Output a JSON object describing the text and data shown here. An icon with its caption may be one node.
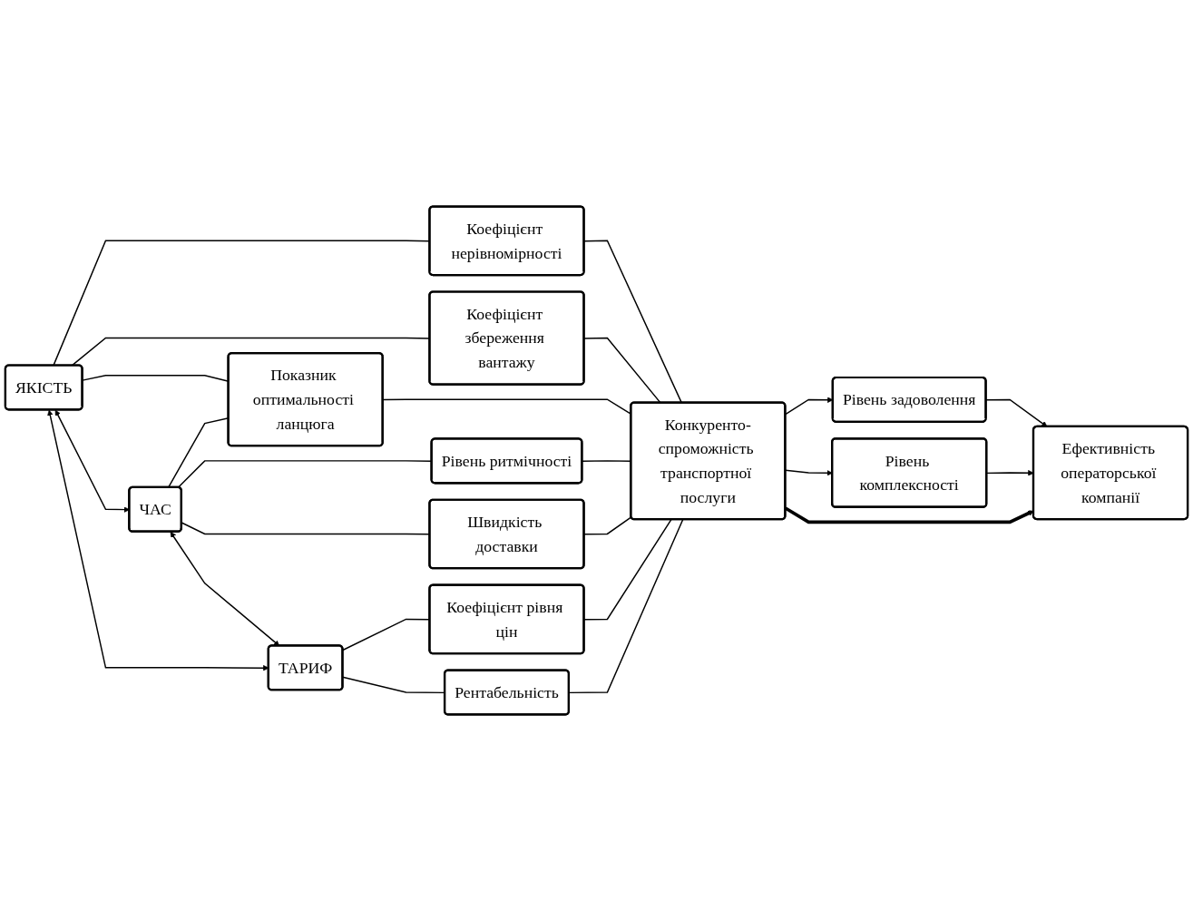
{
  "diagram": {
    "nodes": [
      {
        "text": [
          "ЯКІСТЬ"
        ]
      },
      {
        "text": [
          "ЧАС"
        ]
      },
      {
        "text": [
          "ТАРИФ"
        ]
      },
      {
        "text": [
          "Коефіцієнт нерівномірності"
        ]
      },
      {
        "text": [
          "Коефіцієнт збереження вантажу"
        ]
      },
      {
        "text": [
          "Показник оптимальності ланцюга"
        ]
      },
      {
        "text": [
          "Рівень ритмічності"
        ]
      },
      {
        "text": [
          "Швидкість доставки"
        ]
      },
      {
        "text": [
          "Коефіцієнт рівня цін"
        ]
      },
      {
        "text": [
          "Рентабельність"
        ]
      },
      {
        "text": [
          "Конкуренто-спроможність транспортної послуги"
        ]
      },
      {
        "text": [
          "Рівень задоволення"
        ]
      },
      {
        "text": [
          "Ефективність операторської компанії"
        ]
      },
      {
        "text": [
          "Рівень комплексності"
        ]
      }
    ],
    "edges": [
      {
        "from": 0,
        "to": 1,
        "arrow": "both"
      },
      {
        "from": 1,
        "to": 2,
        "arrow": "both"
      },
      {
        "from": 0,
        "to": 2,
        "arrow": "both"
      },
      {
        "from": 0,
        "to": 3,
        "arrow": "none"
      },
      {
        "from": 0,
        "to": 4,
        "arrow": "none"
      },
      {
        "from": 0,
        "to": 5,
        "arrow": "none"
      },
      {
        "from": 1,
        "to": 5,
        "arrow": "none"
      },
      {
        "from": 1,
        "to": 6,
        "arrow": "none"
      },
      {
        "from": 1,
        "to": 7,
        "arrow": "none"
      },
      {
        "from": 2,
        "to": 8,
        "arrow": "none"
      },
      {
        "from": 2,
        "to": 9,
        "arrow": "none"
      },
      {
        "from": 3,
        "to": 10,
        "arrow": "none"
      },
      {
        "from": 4,
        "to": 10,
        "arrow": "none"
      },
      {
        "from": 5,
        "to": 10,
        "arrow": "none"
      },
      {
        "from": 6,
        "to": 10,
        "arrow": "none"
      },
      {
        "from": 7,
        "to": 10,
        "arrow": "none"
      },
      {
        "from": 8,
        "to": 10,
        "arrow": "none"
      },
      {
        "from": 9,
        "to": 10,
        "arrow": "none"
      },
      {
        "from": 10,
        "to": 11,
        "arrow": "to"
      },
      {
        "from": 10,
        "to": 13,
        "arrow": "to"
      },
      {
        "from": 11,
        "to": 12,
        "arrow": "to"
      },
      {
        "from": 13,
        "to": 12,
        "arrow": "to"
      },
      {
        "from": 10,
        "to": 12,
        "arrow": "to",
        "style": "thick"
      }
    ]
  }
}
